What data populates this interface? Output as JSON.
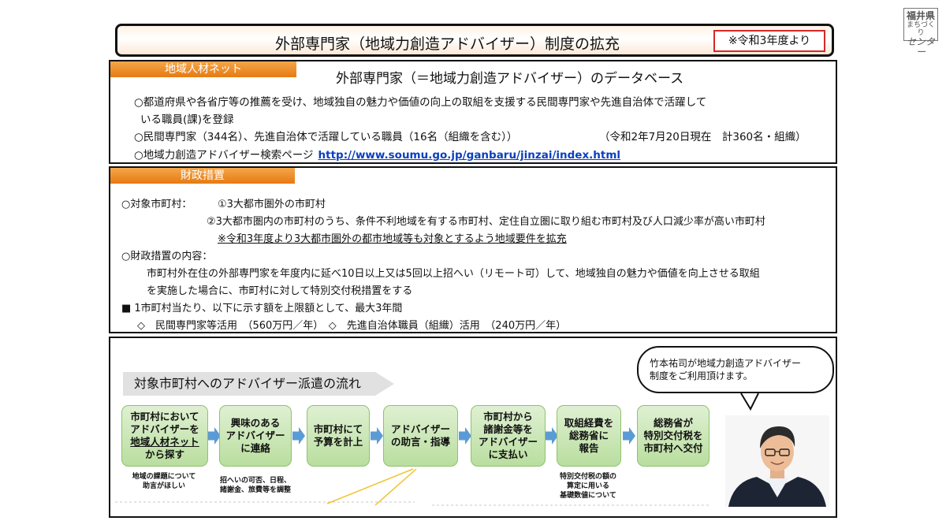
{
  "logo": {
    "line1": "福井県",
    "line2": "まちづくり",
    "line3": "センター"
  },
  "title": {
    "text": "外部専門家（地域力創造アドバイザー）制度の拡充",
    "badge": "※令和3年度より"
  },
  "section1": {
    "tab": "地域人材ネット",
    "heading": "外部専門家（＝地域力創造アドバイザー）のデータベース",
    "line1": "○都道府県や各省庁等の推薦を受け、地域独自の魅力や価値の向上の取組を支援する民間専門家や先進自治体で活躍して",
    "line2": "いる職員(課)を登録",
    "line3": "○民間専門家（344名）、先進自治体で活躍している職員（16名（組織を含む））",
    "line3b": "（令和2年7月20日現在　計360名・組織）",
    "line4": "○地域力創造アドバイザー検索ページ",
    "link": "http://www.soumu.go.jp/ganbaru/jinzai/index.html"
  },
  "section2": {
    "tab": "財政措置",
    "line1": "○対象市町村：",
    "line1b": "①3大都市圏外の市町村",
    "line2": "②3大都市圏内の市町村のうち、条件不利地域を有する市町村、定住自立圏に取り組む市町村及び人口減少率が高い市町村",
    "line3": "※令和3年度より3大都市圏外の都市地域等も対象とするよう地域要件を拡充",
    "line4": "○財政措置の内容：",
    "line5": "市町村外在住の外部専門家を年度内に延べ10日以上又は5回以上招へい（リモート可）して、地域独自の魅力や価値を向上させる取組",
    "line6": "を実施した場合に、市町村に対して特別交付税措置をする",
    "line7": "■ 1市町村当たり、以下に示す額を上限額として、最大3年間",
    "line8": "◇　民間専門家等活用　（560万円／年）　◇　先進自治体職員（組織）活用　（240万円／年）"
  },
  "section3": {
    "flow_title": "対象市町村へのアドバイザー派遣の流れ",
    "steps": [
      {
        "l1": "市町村において",
        "l2": "アドバイザーを",
        "l3": "地域人材ネット",
        "l4": "から探す"
      },
      {
        "l1": "興味のある",
        "l2": "アドバイザー",
        "l3": "に連絡"
      },
      {
        "l1": "市町村にて",
        "l2": "予算を計上"
      },
      {
        "l1": "アドバイザー",
        "l2": "の助言・指導"
      },
      {
        "l1": "市町村から",
        "l2": "諸謝金等を",
        "l3": "アドバイザー",
        "l4": "に支払い"
      },
      {
        "l1": "取組経費を",
        "l2": "総務省に",
        "l3": "報告"
      },
      {
        "l1": "総務省が",
        "l2": "特別交付税を",
        "l3": "市町村へ交付"
      }
    ],
    "note1": {
      "l1": "地域の課題について",
      "l2": "助言がほしい"
    },
    "note2": {
      "l1": "招へいの可否、日程、",
      "l2": "諸謝金、旅費等を調整"
    },
    "note3": {
      "l1": "特別交付税の額の",
      "l2": "算定に用いる",
      "l3": "基礎数値について"
    },
    "bubble": {
      "l1": "竹本祐司が地域力創造アドバイザー",
      "l2": "制度をご利用頂けます。"
    }
  }
}
